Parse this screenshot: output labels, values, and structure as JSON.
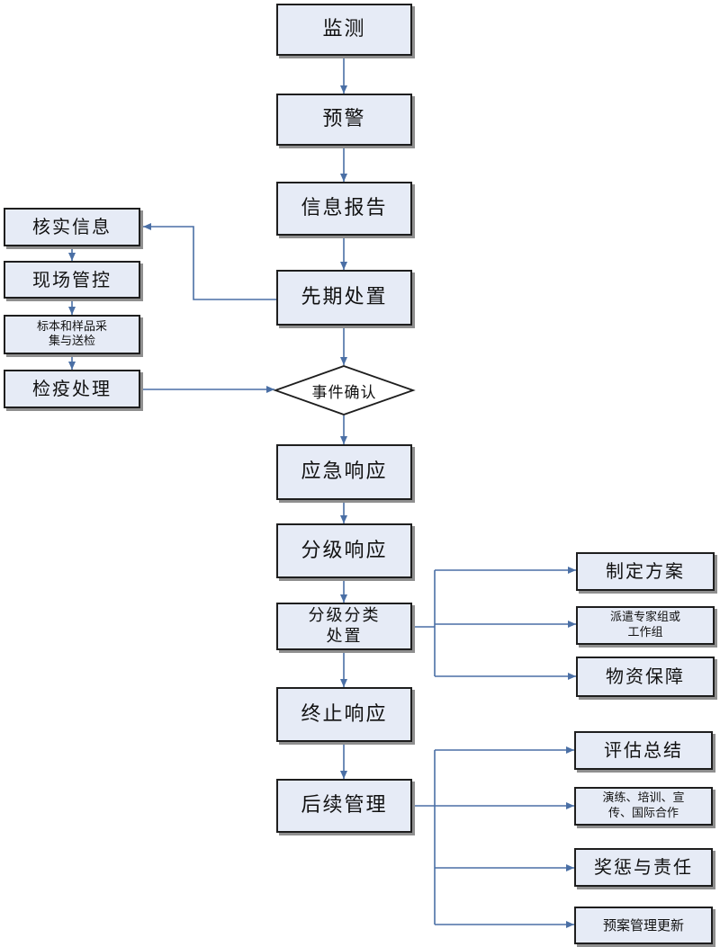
{
  "nodes": {
    "monitor": "监测",
    "warning": "预警",
    "report": "信息报告",
    "initial": "先期处置",
    "confirm": "事件确认",
    "emergency": "应急响应",
    "graded": "分级响应",
    "classified": "分级分类\n处置",
    "terminate": "终止响应",
    "followup": "后续管理",
    "verify": "核实信息",
    "site": "现场管控",
    "sample": "标本和样品采\n集与送检",
    "quarantine": "检疫处理",
    "plan": "制定方案",
    "dispatch": "派遣专家组或\n工作组",
    "supplies": "物资保障",
    "evaluate": "评估总结",
    "drill": "演练、培训、宣\n传、国际合作",
    "reward": "奖惩与责任",
    "update": "预案管理更新"
  },
  "colors": {
    "box_fill": "#e6ebf6",
    "border": "#1e1e1e",
    "arrow": "#4a6fa5"
  }
}
